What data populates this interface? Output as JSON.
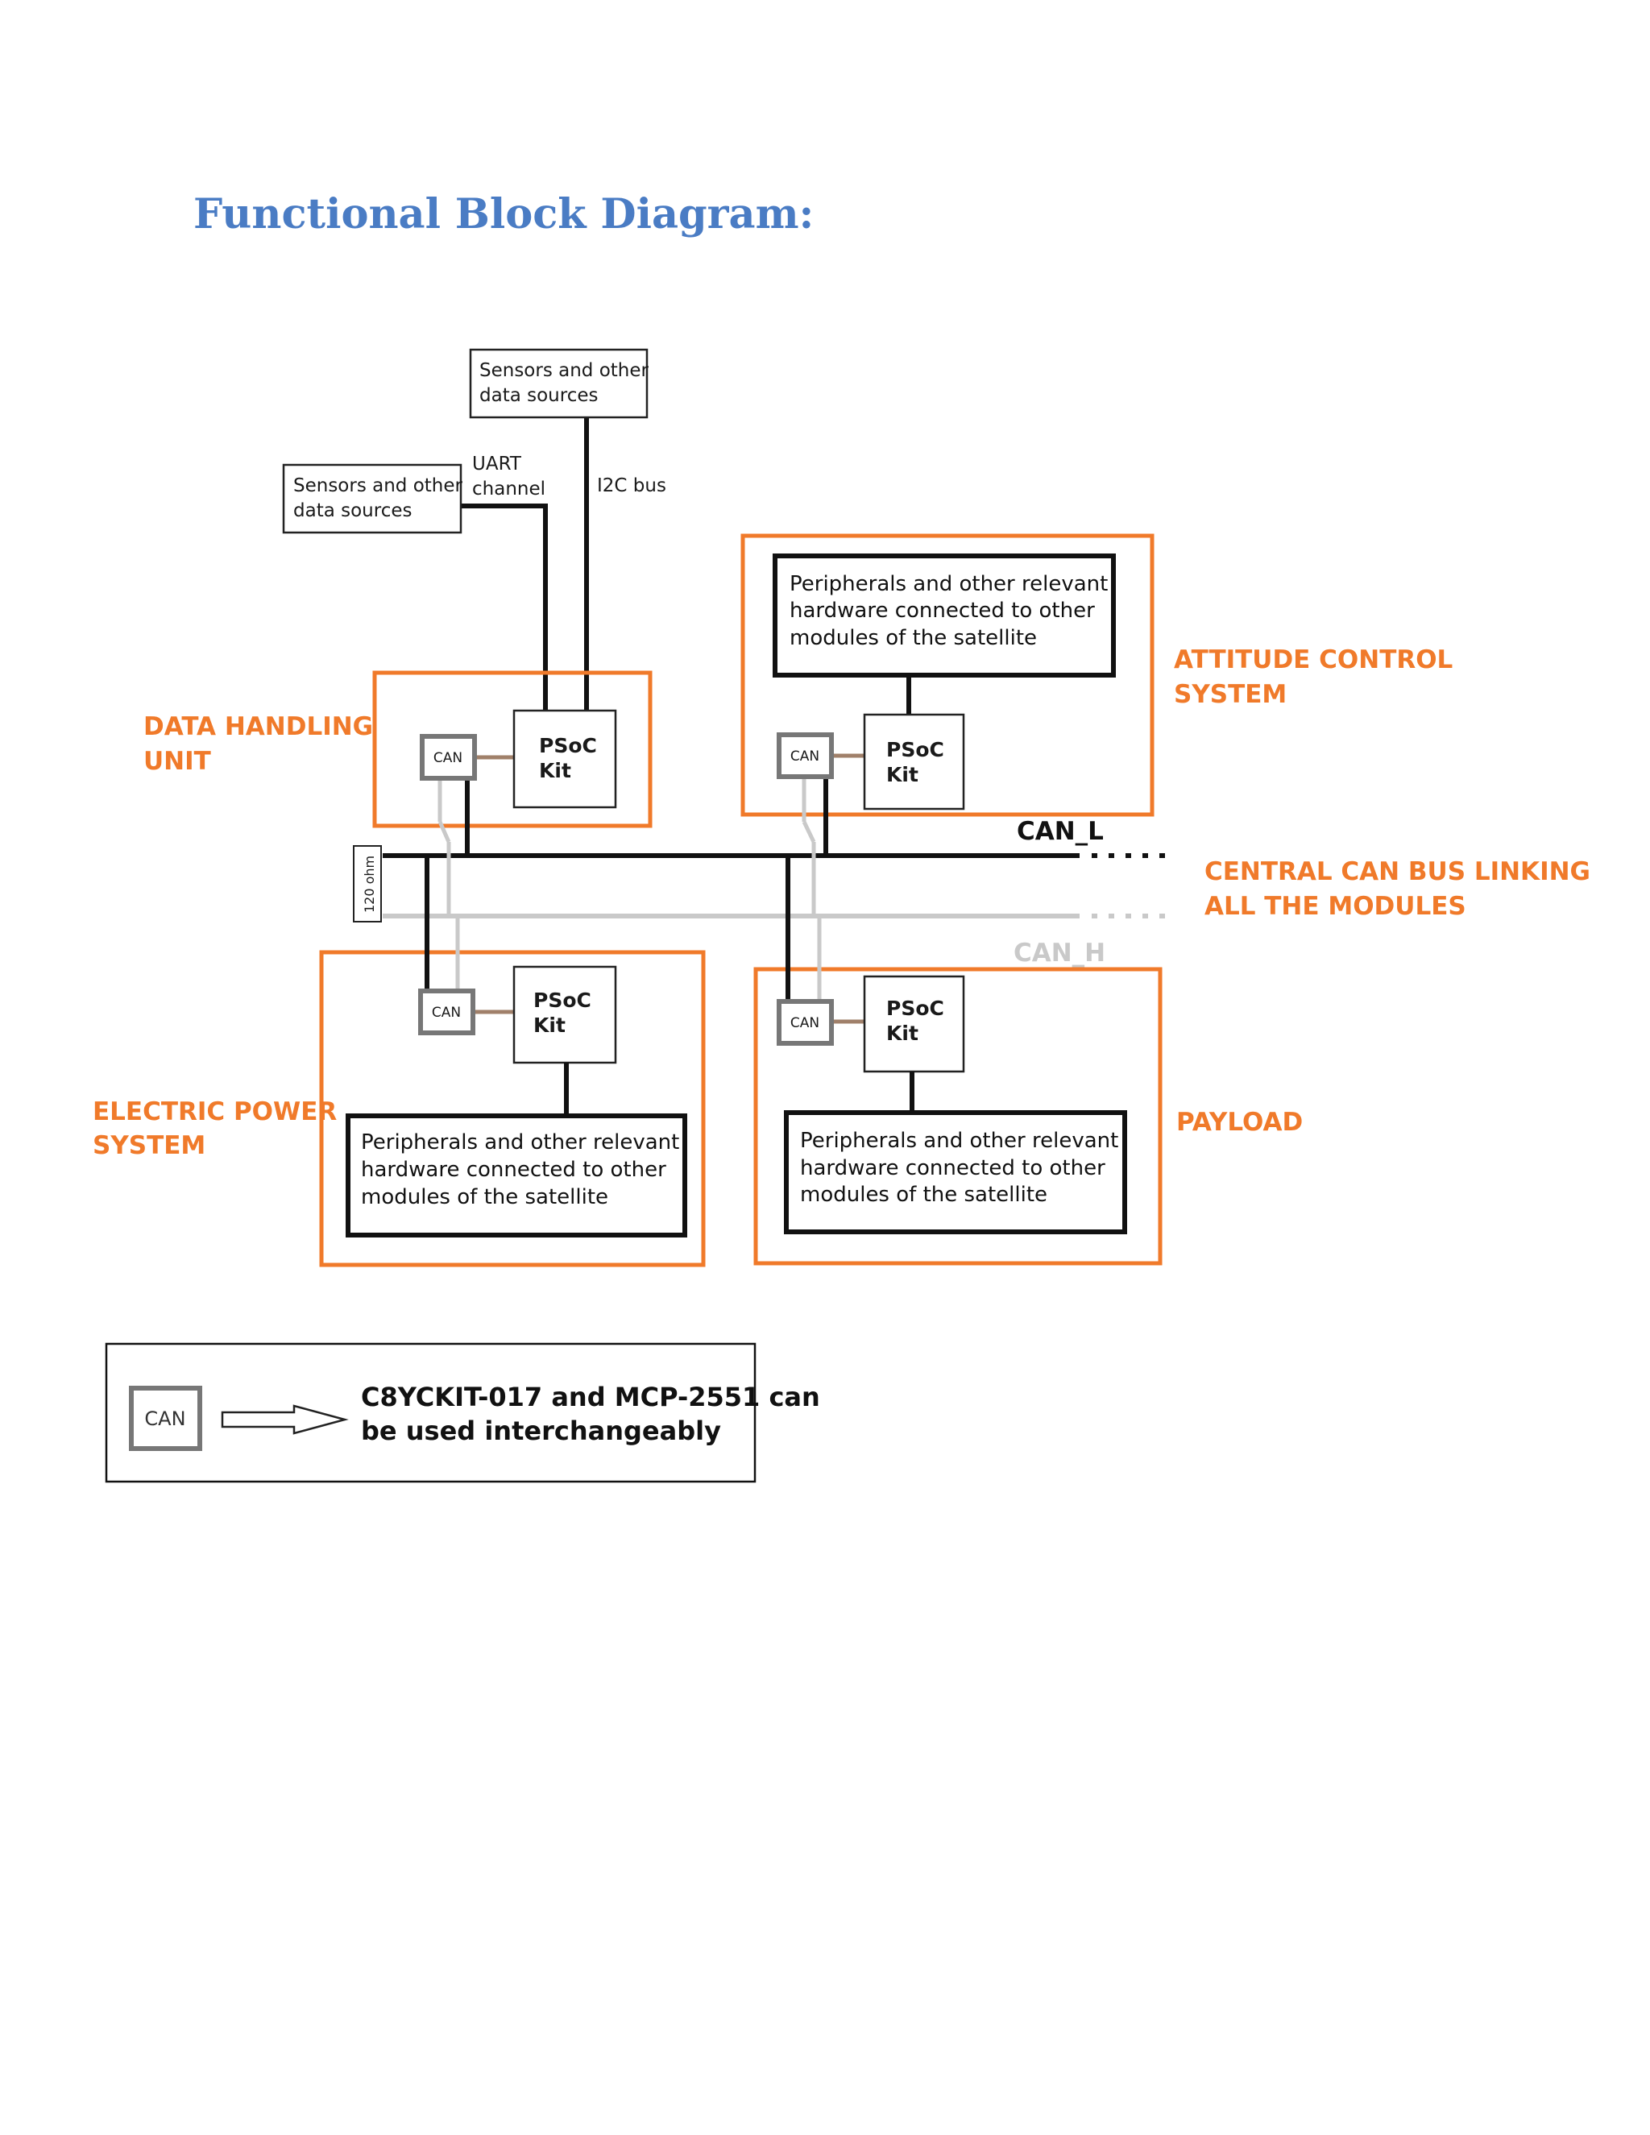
{
  "heading": "Functional Block Diagram:",
  "colors": {
    "heading": "#4a7cc4",
    "subsystem_border": "#f07a2a",
    "can_l_wire": "#111111",
    "can_h_wire": "#c9c9c9",
    "psoc_can_link": "#a0806a",
    "can_module_border": "#777777"
  },
  "sources": {
    "top": [
      "Sensors and other",
      "data sources"
    ],
    "left": [
      "Sensors and other",
      "data sources"
    ]
  },
  "links": {
    "uart": [
      "UART",
      "channel"
    ],
    "i2c": "I2C bus"
  },
  "subsystems": {
    "data_handling": [
      "DATA HANDLING",
      "UNIT"
    ],
    "attitude": [
      "ATTITUDE CONTROL",
      "SYSTEM"
    ],
    "electric_power": [
      "ELECTRIC POWER",
      "SYSTEM"
    ],
    "payload": "PAYLOAD"
  },
  "bus": {
    "label": [
      "CENTRAL CAN BUS LINKING",
      "ALL THE MODULES"
    ],
    "can_l": "CAN_L",
    "can_h": "CAN_H",
    "resistor": "120 ohm"
  },
  "module": {
    "psoc": [
      "PSoC",
      "Kit"
    ],
    "can": "CAN"
  },
  "peripherals": [
    "Peripherals and other relevant",
    "hardware connected to other",
    "modules of the satellite"
  ],
  "legend": {
    "can": "CAN",
    "text": [
      "C8YCKIT-017 and MCP-2551 can",
      "be used interchangeably"
    ],
    "icons": [
      "can-module-icon",
      "right-arrow-icon"
    ]
  }
}
